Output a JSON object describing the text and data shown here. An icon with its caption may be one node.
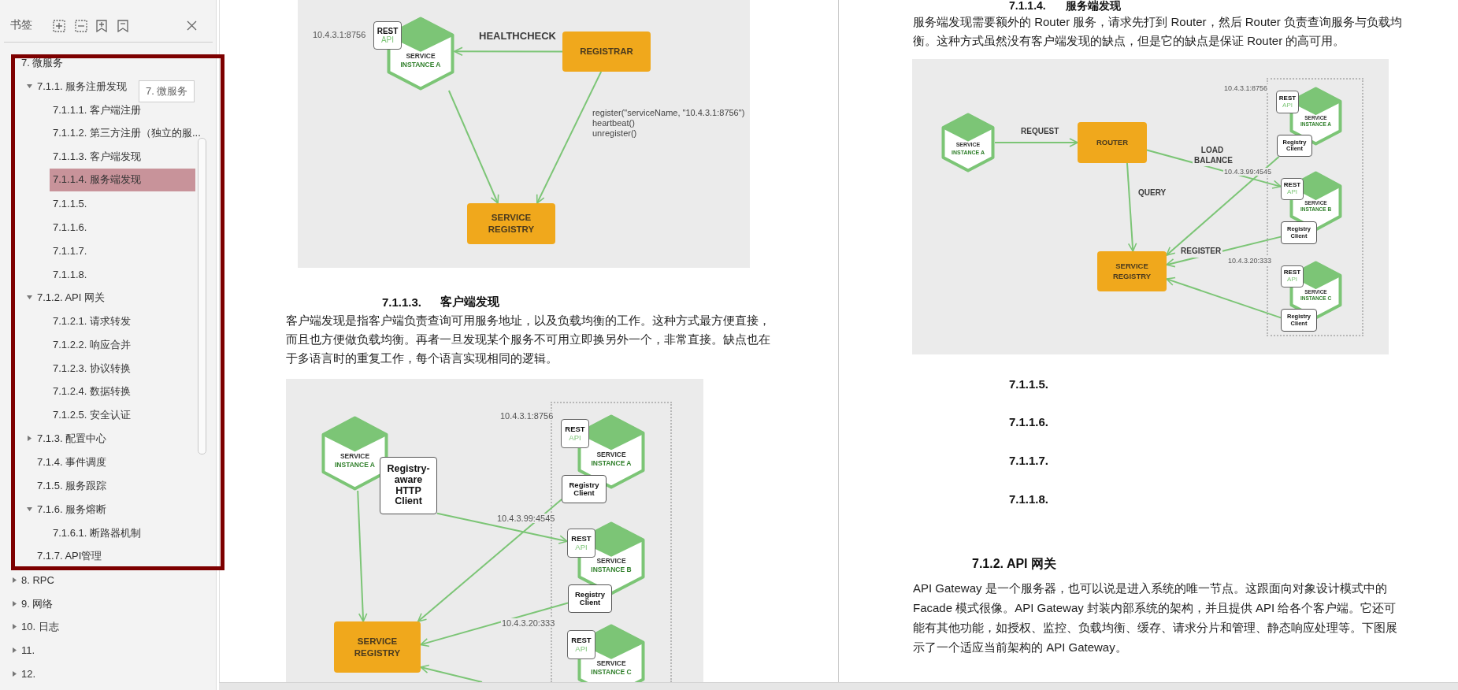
{
  "diagram": {
    "nodes": [
      {
        "text": [
          "SERVICE",
          "INSTANCE A"
        ]
      },
      {
        "text": [
          "REST",
          "API"
        ]
      },
      {
        "text": [
          "REGISTRAR"
        ]
      },
      {
        "text": [
          "SERVICE REGISTRY"
        ]
      },
      {
        "text": [
          "SERVICE",
          "INSTANCE A"
        ]
      },
      {
        "text": [
          "Registry-aware HTTP Client"
        ]
      },
      {
        "text": [
          "REST",
          "API"
        ]
      },
      {
        "text": [
          "SERVICE",
          "INSTANCE A"
        ]
      },
      {
        "text": [
          "Registry Client"
        ]
      },
      {
        "text": [
          "REST",
          "API"
        ]
      },
      {
        "text": [
          "SERVICE",
          "INSTANCE B"
        ]
      },
      {
        "text": [
          "Registry Client"
        ]
      },
      {
        "text": [
          "SERVICE REGISTRY"
        ]
      },
      {
        "text": [
          "REST",
          "API"
        ]
      },
      {
        "text": [
          "SERVICE",
          "INSTANCE C"
        ]
      },
      {
        "text": [
          "SERVICE",
          "INSTANCE A"
        ]
      },
      {
        "text": [
          "ROUTER"
        ]
      },
      {
        "text": [
          "REST",
          "API"
        ]
      },
      {
        "text": [
          "SERVICE",
          "INSTANCE A"
        ]
      },
      {
        "text": [
          "Registry Client"
        ]
      },
      {
        "text": [
          "REST",
          "API"
        ]
      },
      {
        "text": [
          "SERVICE",
          "INSTANCE B"
        ]
      },
      {
        "text": [
          "Registry Client"
        ]
      },
      {
        "text": [
          "SERVICE REGISTRY"
        ]
      },
      {
        "text": [
          "REST",
          "API"
        ]
      },
      {
        "text": [
          "SERVICE",
          "INSTANCE C"
        ]
      },
      {
        "text": [
          "Registry Client"
        ]
      }
    ],
    "edges": [
      {
        "from": 2,
        "to": 0,
        "arrow": "to",
        "label": "HEALTHCHECK"
      },
      {
        "from": 0,
        "to": 3,
        "arrow": "to"
      },
      {
        "from": 2,
        "to": 3,
        "arrow": "to"
      },
      {
        "from": 4,
        "to": 12,
        "arrow": "to"
      },
      {
        "from": 5,
        "to": 9,
        "arrow": "to"
      },
      {
        "from": 8,
        "to": 12,
        "arrow": "to"
      },
      {
        "from": 11,
        "to": 12,
        "arrow": "to"
      },
      {
        "from": null,
        "to": 12,
        "arrow": "to"
      },
      {
        "from": 15,
        "to": 16,
        "arrow": "to",
        "label": "REQUEST"
      },
      {
        "from": 16,
        "to": 20,
        "arrow": "to",
        "label": "LOAD BALANCE"
      },
      {
        "from": 16,
        "to": 23,
        "arrow": "to",
        "label": "QUERY"
      },
      {
        "from": 19,
        "to": 23,
        "arrow": "to"
      },
      {
        "from": 22,
        "to": 23,
        "arrow": "to",
        "label": "REGISTER"
      },
      {
        "from": 26,
        "to": 23,
        "arrow": "to"
      }
    ],
    "labels": [
      "书签",
      "7. 微服务",
      "7.1.1. 服务注册发现",
      "7. 微服务",
      "7.1.1.1. 客户端注册",
      "7.1.1.2. 第三方注册（独立的服...",
      "7.1.1.3. 客户端发现",
      "7.1.1.4. 服务端发现",
      "7.1.1.5.",
      "7.1.1.6.",
      "7.1.1.7.",
      "7.1.1.8.",
      "7.1.2. API 网关",
      "7.1.2.1. 请求转发",
      "7.1.2.2. 响应合并",
      "7.1.2.3. 协议转换",
      "7.1.2.4. 数据转换",
      "7.1.2.5. 安全认证",
      "7.1.3. 配置中心",
      "7.1.4. 事件调度",
      "7.1.5. 服务跟踪",
      "7.1.6. 服务熔断",
      "7.1.6.1. 断路器机制",
      "7.1.7. API管理",
      "8. RPC",
      "9. 网络",
      "10. 日志",
      "11.",
      "12.",
      "10.4.3.1:8756",
      "register(\"serviceName, \"10.4.3.1:8756\")",
      "heartbeat()",
      "unregister()",
      "7.1.1.3.",
      "客户端发现",
      "客户端发现是指客户端负责查询可用服务地址，以及负载均衡的工作。这种方式最方便直接，而且也方便做负载均衡。再者一旦发现某个服务不可用立即换另外一个，非常直接。缺点也在于多语言时的重复工作，每个语言实现相同的逻辑。",
      "10.4.3.1:8756",
      "10.4.3.99:4545",
      "10.4.3.20:333",
      "7.1.1.4.",
      "服务端发现",
      "服务端发现需要额外的 Router 服务，请求先打到 Router，然后 Router 负责查询服务与负载均衡。这种方式虽然没有客户端发现的缺点，但是它的缺点是保证 Router 的高可用。",
      "10.4.3.1:8756",
      "10.4.3.99:4545",
      "10.4.3.20:333",
      "7.1.1.5.",
      "7.1.1.6.",
      "7.1.1.7.",
      "7.1.1.8.",
      "7.1.2. API 网关",
      "API Gateway 是一个服务器，也可以说是进入系统的唯一节点。这跟面向对象设计模式中的Facade 模式很像。API Gateway 封装内部系统的架构，并且提供 API 给各个客户端。它还可能有其他功能，如授权、监控、负载均衡、缓存、请求分片和管理、静态响应处理等。下图展示了一个适应当前架构的 API Gateway。"
    ]
  }
}
